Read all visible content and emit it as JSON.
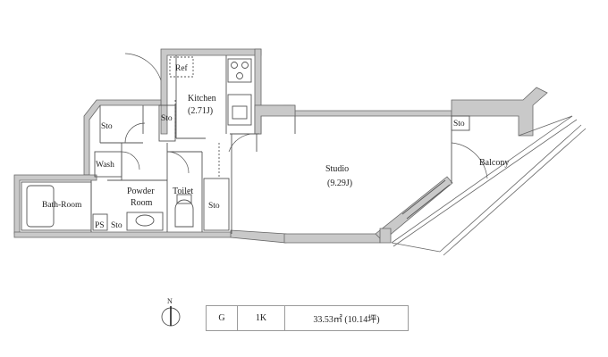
{
  "rooms": {
    "ref": "Ref",
    "kitchen": "Kitchen",
    "kitchen_size": "(2.71J)",
    "sto_hall": "Sto",
    "sto_kitchen": "Sto",
    "sto_lower": "Sto",
    "sto_toilet": "Sto",
    "sto_balcony": "Sto",
    "wash": "Wash",
    "bath_room": "Bath-Room",
    "ps": "PS",
    "powder_room_line1": "Powder",
    "powder_room_line2": "Room",
    "toilet": "Toilet",
    "studio": "Studio",
    "studio_size": "(9.29J)",
    "balcony": "Balcony"
  },
  "compass": {
    "north_label": "N"
  },
  "info": {
    "floor": "G",
    "layout": "1K",
    "area": "33.53㎡ (10.14坪)"
  },
  "colors": {
    "wall_fill": "#c9c9c9",
    "line": "#555555",
    "background": "#ffffff"
  }
}
